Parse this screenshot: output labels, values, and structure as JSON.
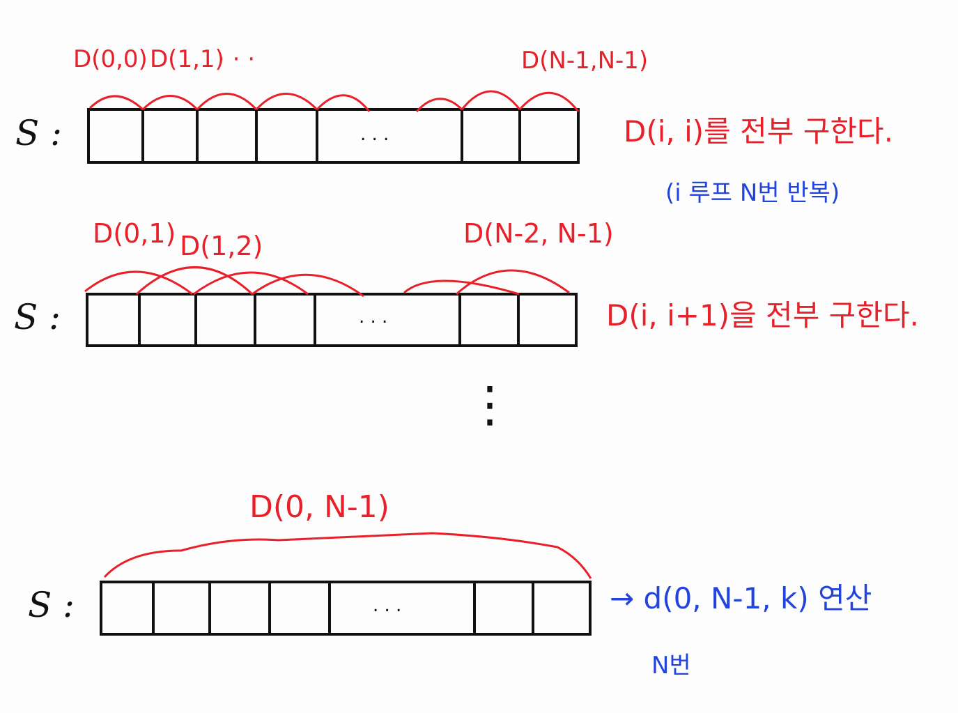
{
  "row1": {
    "s_label": "S :",
    "dots": ". . .",
    "labels": [
      "D(0,0)",
      "D(1,1)",
      "· · ·",
      "D(N-1,N-1)"
    ],
    "note": "D(i, i)를 전부 구한다.",
    "subnote": "(i 루프 N번 반복)"
  },
  "row2": {
    "s_label": "S :",
    "dots": ". . .",
    "labels": [
      "D(0,1)",
      "D(1,2)",
      "D(N-2, N-1)"
    ],
    "note": "D(i, i+1)을 전부 구한다."
  },
  "vertical_ellipsis": "⋮",
  "row3": {
    "s_label": "S :",
    "dots": ". . .",
    "label": "D(0, N-1)",
    "note": "→ d(0, N-1, k) 연산",
    "subnote": "N번"
  },
  "colors": {
    "red": "#e8202a",
    "blue": "#2244dd",
    "black": "#111111"
  }
}
